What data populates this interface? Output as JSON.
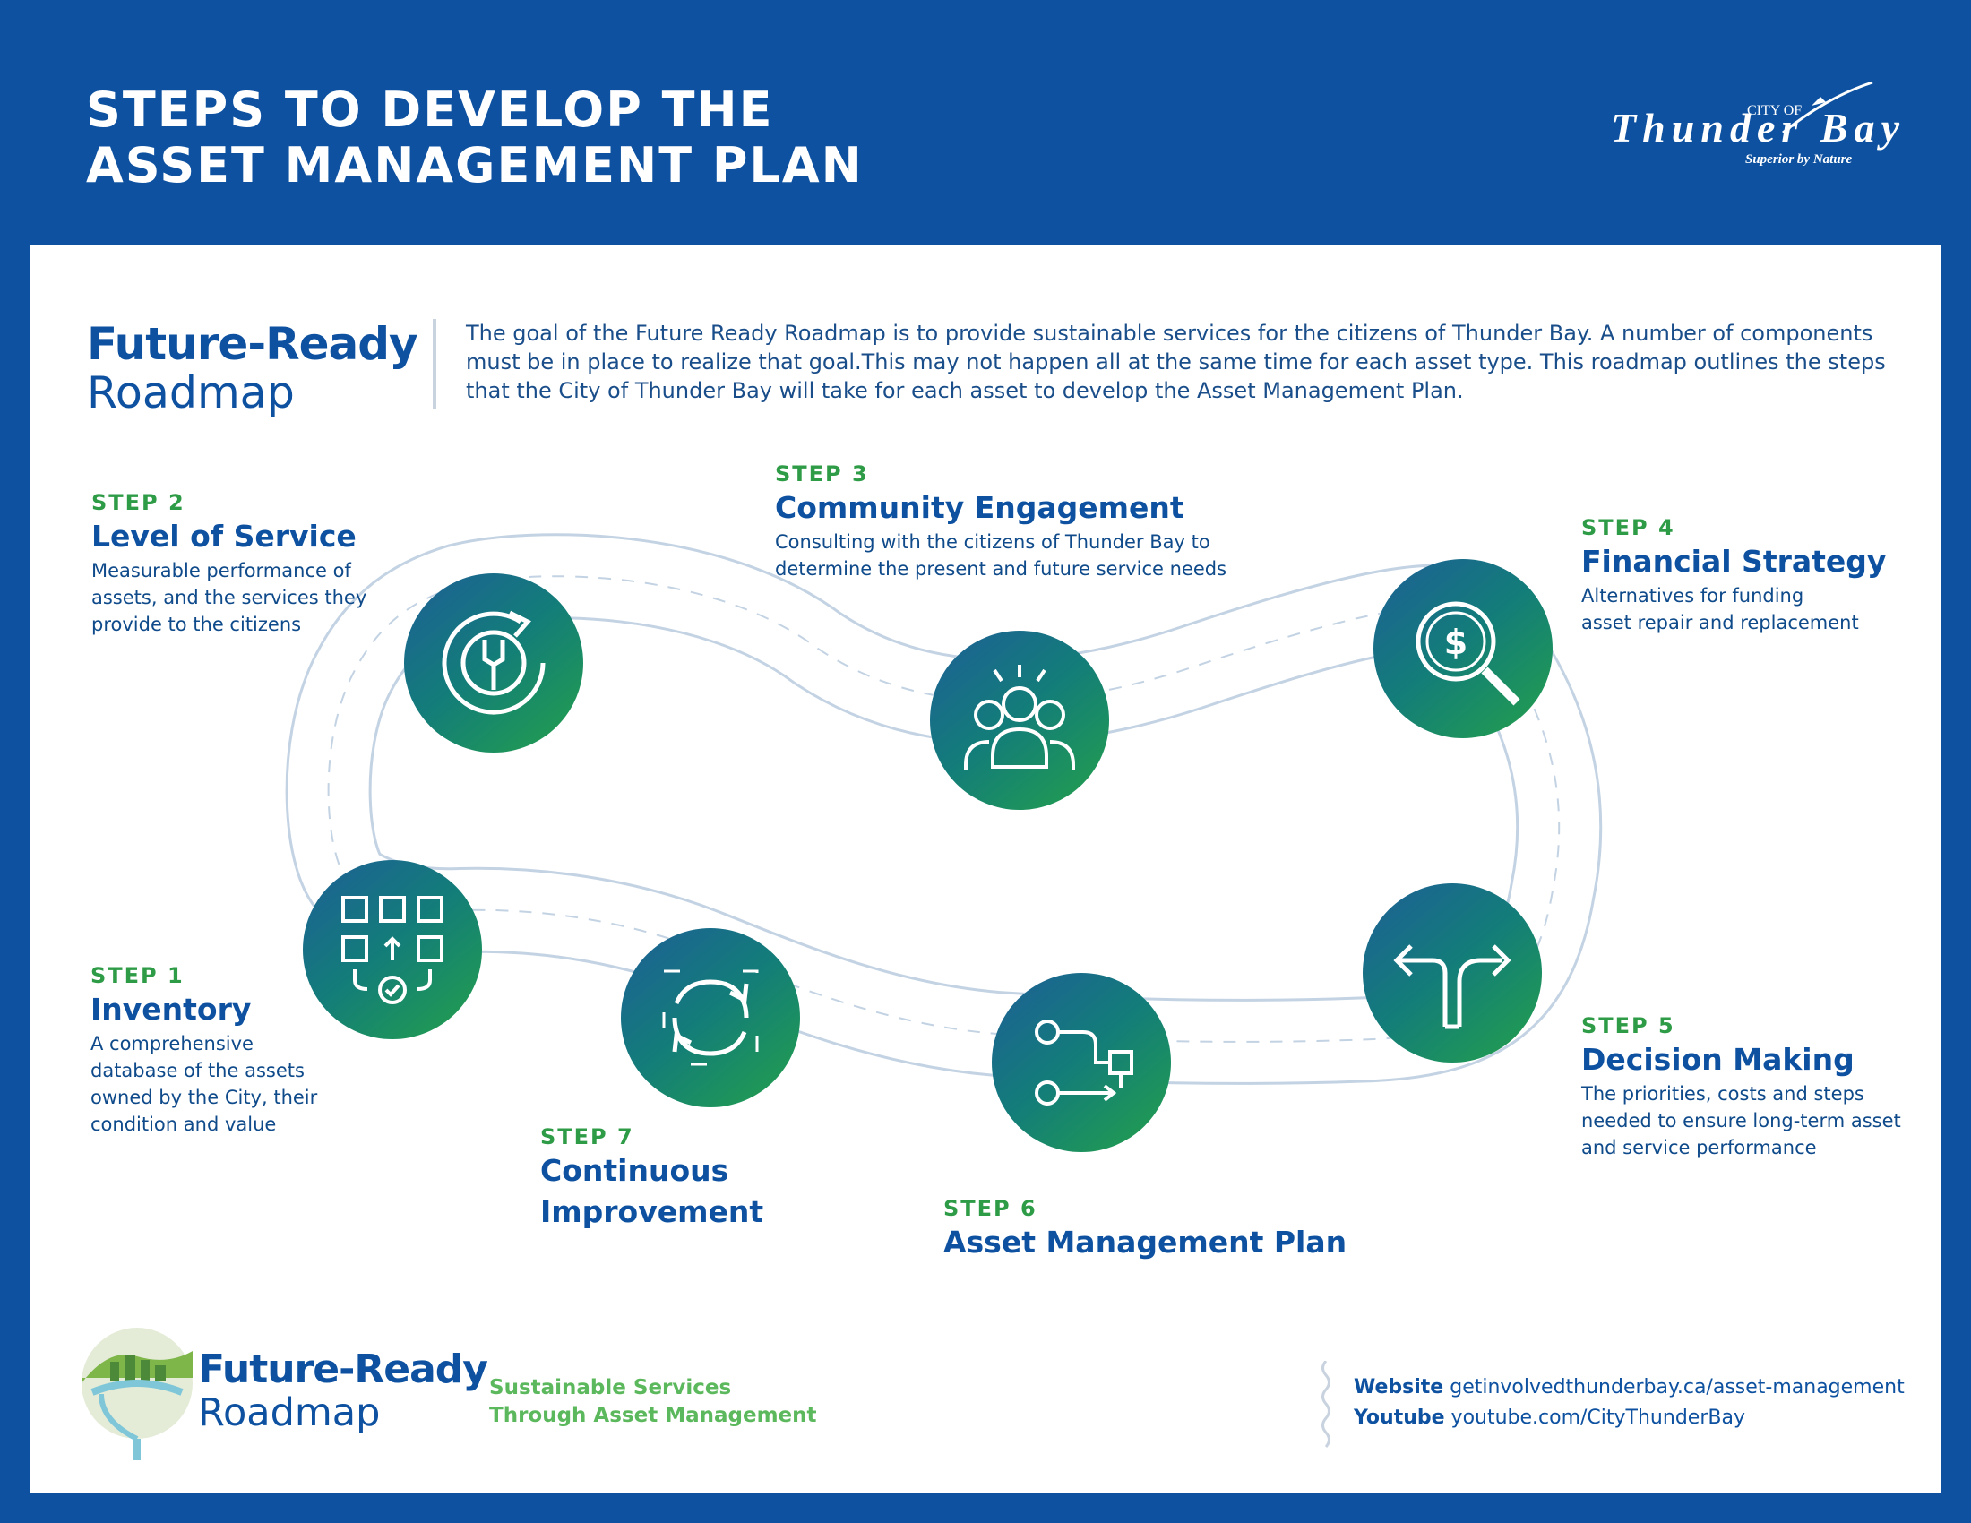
{
  "header": {
    "title": "STEPS TO DEVELOP THE\nASSET MANAGEMENT PLAN",
    "logo": {
      "city_of": "CITY OF",
      "name": "Thunder Bay",
      "tagline": "Superior by Nature"
    }
  },
  "brand": {
    "line1": "Future-Ready",
    "line2": "Roadmap"
  },
  "intro": "The goal of the Future Ready Roadmap is to provide sustainable services for the citizens of Thunder Bay. A number of components must be in place to realize that goal.This may not happen all at the same time for each asset type. This roadmap outlines the steps that the City of Thunder Bay will take for each asset to develop the Asset Management Plan.",
  "steps": [
    {
      "label": "STEP 1",
      "title": "Inventory",
      "desc": "A comprehensive\ndatabase of the assets\nowned by the City, their\ncondition and value",
      "icon": "inventory-grid-icon"
    },
    {
      "label": "STEP 2",
      "title": "Level of Service",
      "desc": "Measurable performance of\nassets, and the services they\nprovide to the citizens",
      "icon": "wrench-cycle-icon"
    },
    {
      "label": "STEP 3",
      "title": "Community Engagement",
      "desc": "Consulting with the citizens of Thunder Bay to\ndetermine the present and future service needs",
      "icon": "people-group-icon"
    },
    {
      "label": "STEP 4",
      "title": "Financial Strategy",
      "desc": "Alternatives for funding\nasset repair and replacement",
      "icon": "dollar-magnifier-icon"
    },
    {
      "label": "STEP 5",
      "title": "Decision Making",
      "desc": "The priorities, costs and steps\nneeded to ensure long-term asset\nand service performance",
      "icon": "split-arrow-icon"
    },
    {
      "label": "STEP 6",
      "title": "Asset Management Plan",
      "desc": "",
      "icon": "flow-diagram-icon"
    },
    {
      "label": "STEP 7",
      "title": "Continuous\nImprovement",
      "desc": "",
      "icon": "cycle-arrows-icon"
    }
  ],
  "footer": {
    "brand_line1": "Future-Ready",
    "brand_line2": "Roadmap",
    "tagline": "Sustainable Services\nThrough Asset Management",
    "website_label": "Website",
    "website": "getinvolvedthunderbay.ca/asset-management",
    "youtube_label": "Youtube",
    "youtube": "youtube.com/CityThunderBay"
  },
  "colors": {
    "brand_blue": "#0d51a0",
    "step_green": "#2e9b47",
    "tagline_green": "#5cb85c",
    "road": "#c3d3e3"
  }
}
